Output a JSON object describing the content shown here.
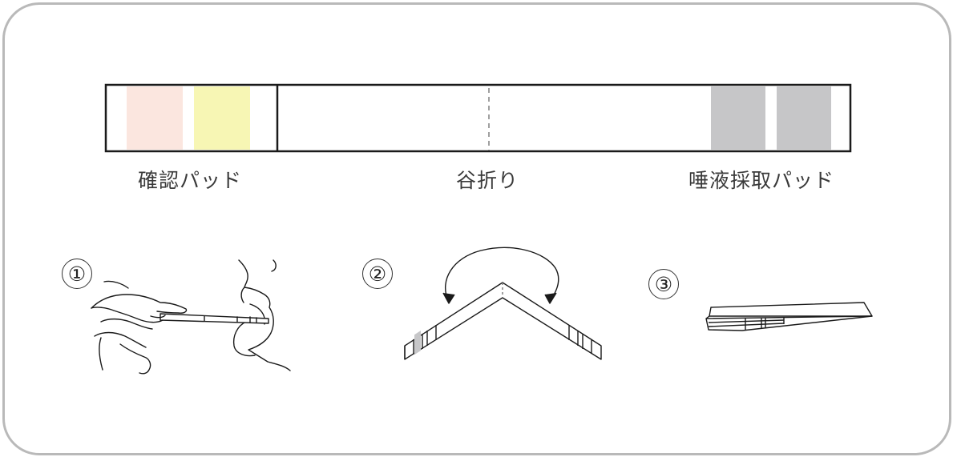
{
  "labels": {
    "confirm_pad": "確認パッド",
    "valley_fold": "谷折り",
    "saliva_pad": "唾液採取パッド"
  },
  "steps": [
    "①",
    "②",
    "③"
  ],
  "colors": {
    "confirm_pad_1": "#fbe6df",
    "confirm_pad_2": "#f7f6b4",
    "saliva_pad": "#c6c6c8",
    "frame": "#b9b9b9",
    "stroke": "#1a1a1a"
  }
}
